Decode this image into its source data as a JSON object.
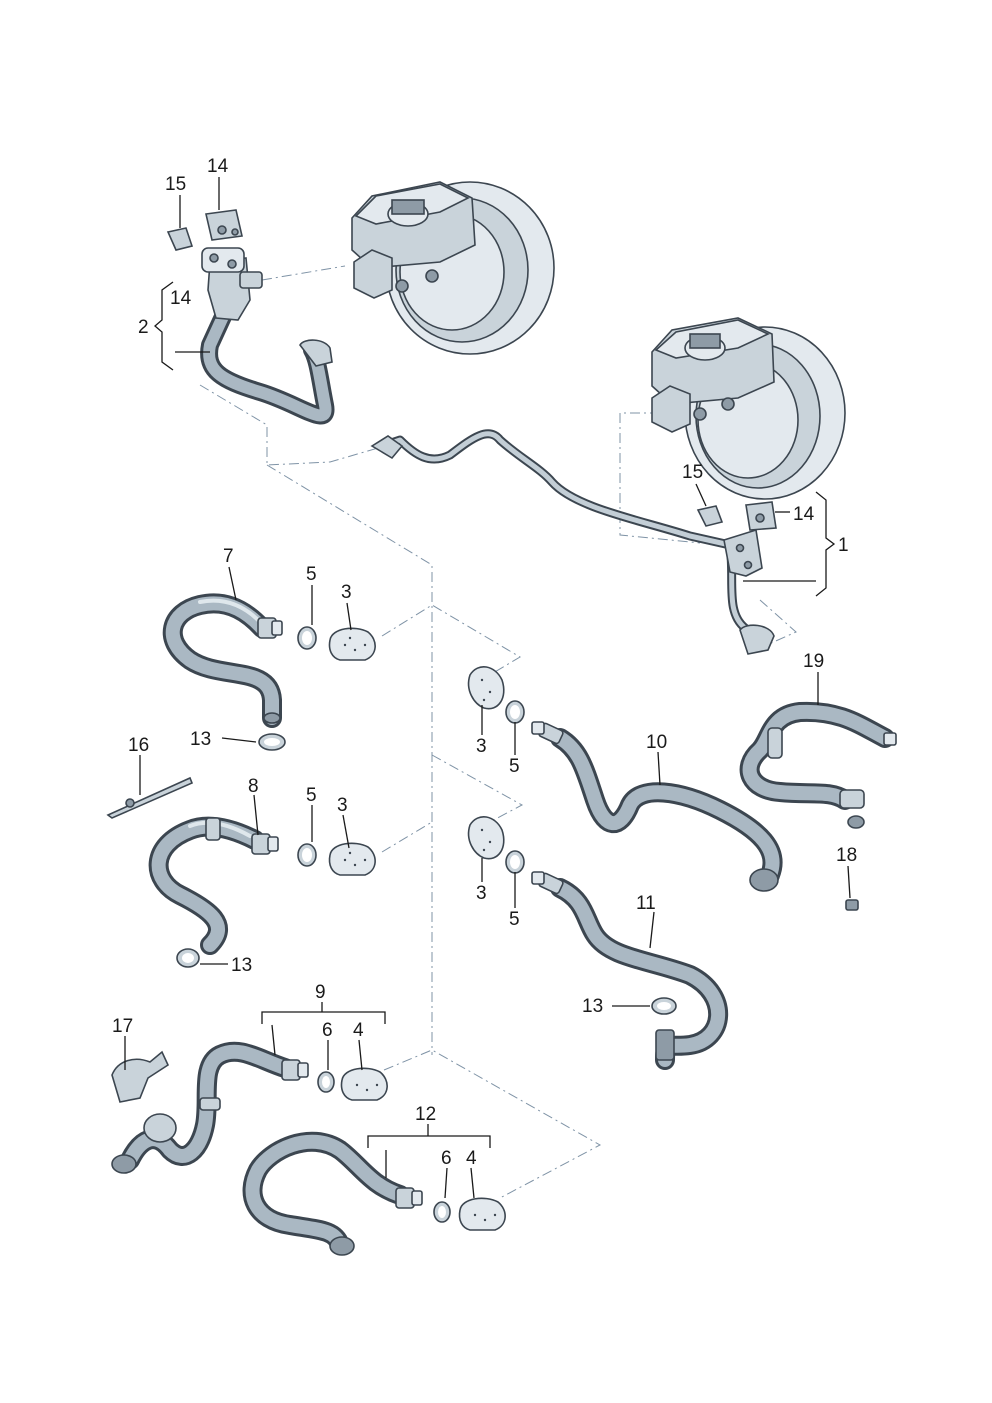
{
  "callouts": {
    "c1": "1",
    "c2": "2",
    "c3a": "3",
    "c3b": "3",
    "c3c": "3",
    "c3d": "3",
    "c4a": "4",
    "c4b": "4",
    "c5a": "5",
    "c5b": "5",
    "c5c": "5",
    "c5d": "5",
    "c6a": "6",
    "c6b": "6",
    "c7": "7",
    "c8": "8",
    "c9": "9",
    "c10": "10",
    "c11": "11",
    "c12": "12",
    "c13a": "13",
    "c13b": "13",
    "c13c": "13",
    "c14a": "14",
    "c14b": "14",
    "c14c": "14",
    "c15a": "15",
    "c15b": "15",
    "c16": "16",
    "c17": "17",
    "c18": "18",
    "c19": "19"
  }
}
